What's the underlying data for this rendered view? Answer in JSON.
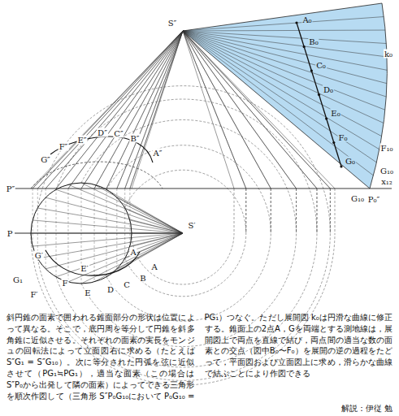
{
  "diagram": {
    "caption": "斜円錐の面素で囲われる錐面部分の形状は位置によって異なる。そこで，底円周を等分して円錐を斜多角錐に近似させる。それぞれの面素の実長をモンジュの回転法によって立面図右に求める（たとえば S″G₁ = S″G₁₀）。次に等分された円弧を弦に近似させて（PG₁≒PG₁），適当な面素（この場合は S″P₀から出発して隣の面素）によってできる三角形を順次作図して（三角形 S″P₀G₁₀において P₀G₁₀ = PG₁）つなぐ。ただし展開図 k₀は円滑な曲線に修正する。錐面上の2点A，Gを両端とする測地線は，展開図上で両点を直線で結び，両点間の適当な数の面素との交点（図中B₀〜F₀）を展開の逆の過程をたどって，平面図および立面図上に求め，滑らかな曲線で結ぶことにより作図できる",
    "labels": [
      "S″",
      "A₀",
      "B₀",
      "C₀",
      "D₀",
      "E₀",
      "F₀",
      "G₀",
      "k₀",
      "F₁₀",
      "G₁₀",
      "G₁₀",
      "P₀″",
      "x₁₂",
      "G″",
      "F″",
      "E″",
      "D″",
      "C″",
      "B″",
      "A″",
      "P″",
      "P",
      "S′",
      "G′",
      "G₁",
      "F′",
      "F",
      "E′",
      "E",
      "D",
      "C",
      "B",
      "A",
      "A",
      "解説：伊従 勉"
    ]
  }
}
